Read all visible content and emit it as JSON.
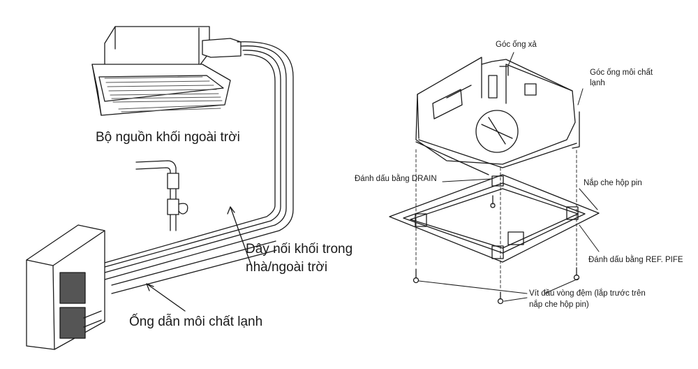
{
  "left_diagram": {
    "labels": {
      "outdoor_power": "Bộ nguồn khối ngoài trời",
      "connection_wire_line1": "Dây nối khối trong",
      "connection_wire_line2": "nhà/ngoài trời",
      "refrigerant_pipe": "Ống dẫn môi chất lạnh"
    }
  },
  "right_diagram": {
    "labels": {
      "drain_corner": "Góc ống xả",
      "refrigerant_corner_line1": "Góc ống môi chất",
      "refrigerant_corner_line2": "lạnh",
      "drain_mark": "Đánh dấu bằng DRAIN",
      "battery_cover": "Nắp che hộp pin",
      "ref_pipe_mark": "Đánh dấu bằng REF. PIFE",
      "washer_screw_line1": "Vít đầu vòng đệm (lắp trước trên",
      "washer_screw_line2": "nắp che hộp pin)"
    }
  },
  "colors": {
    "ink": "#1a1a1a",
    "grille": "#555555",
    "background": "#ffffff"
  }
}
